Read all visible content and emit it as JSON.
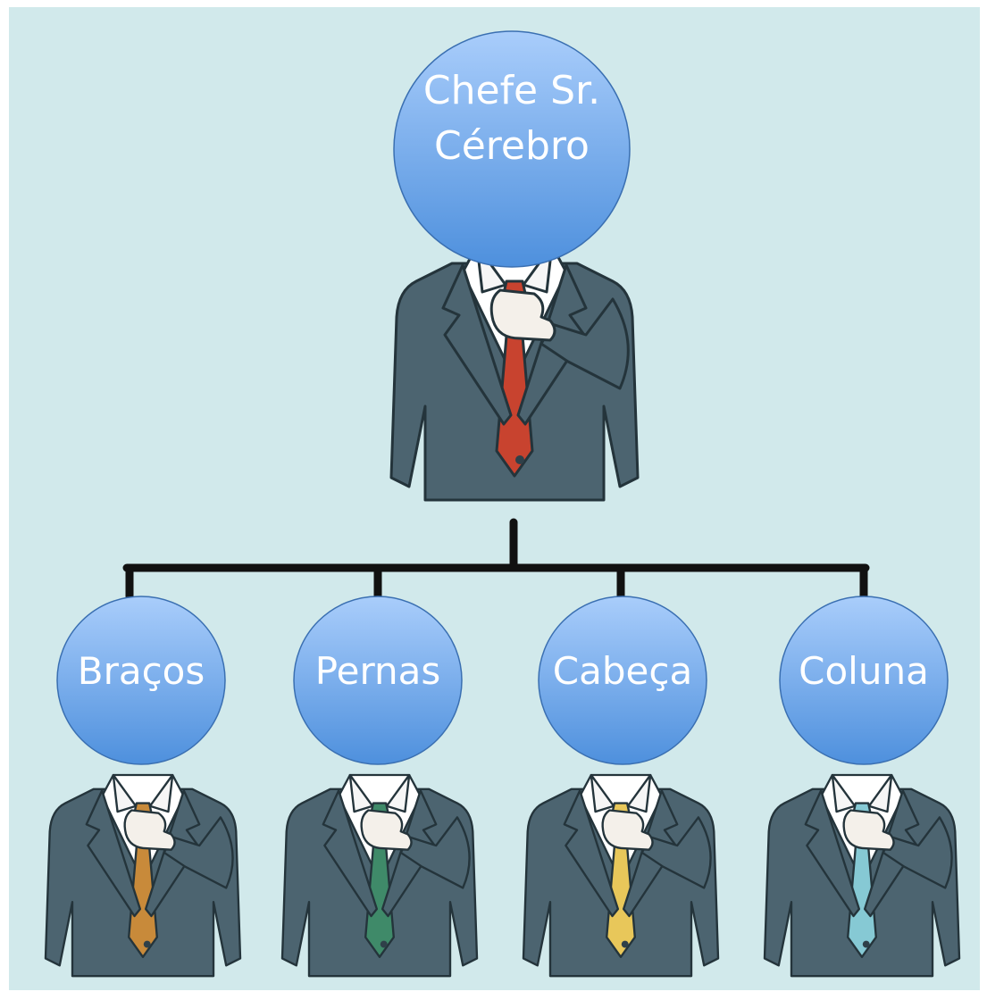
{
  "diagram": {
    "background_color": "#d1e9eb",
    "head_color_top": "#a9cdfb",
    "head_color_bottom": "#4e90dd",
    "suit_color": "#4c6470",
    "connector_color": "#111111",
    "boss": {
      "label_line1": "Chefe Sr.",
      "label_line2": "Cérebro",
      "tie_color": "#c8432f"
    },
    "members": [
      {
        "label": "Braços",
        "tie_color": "#c88a3a"
      },
      {
        "label": "Pernas",
        "tie_color": "#3f8a69"
      },
      {
        "label": "Cabeça",
        "tie_color": "#e8c75a"
      },
      {
        "label": "Coluna",
        "tie_color": "#86c9d4"
      }
    ]
  }
}
